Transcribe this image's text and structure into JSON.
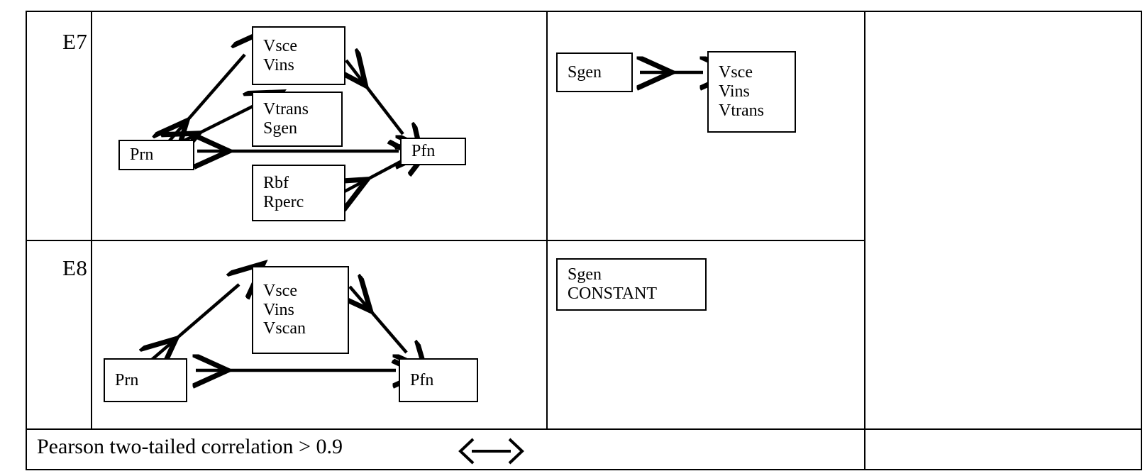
{
  "table": {
    "rows": [
      {
        "label": "E7",
        "diagram": {
          "nodes": [
            {
              "id": "prn",
              "lines": [
                "Prn"
              ]
            },
            {
              "id": "vsce",
              "lines": [
                "Vsce",
                "Vins"
              ]
            },
            {
              "id": "vtrans",
              "lines": [
                "Vtrans",
                "Sgen"
              ]
            },
            {
              "id": "rbf",
              "lines": [
                "Rbf",
                "Rperc"
              ]
            },
            {
              "id": "pfn",
              "lines": [
                "Pfn"
              ]
            }
          ],
          "edges": [
            {
              "from": "prn",
              "to": "vsce",
              "type": "double-arrow"
            },
            {
              "from": "prn",
              "to": "vtrans",
              "type": "double-arrow"
            },
            {
              "from": "prn",
              "to": "pfn",
              "type": "double-arrow"
            },
            {
              "from": "vsce",
              "to": "pfn",
              "type": "double-arrow"
            },
            {
              "from": "rbf",
              "to": "pfn",
              "type": "double-arrow"
            }
          ]
        },
        "secondary": {
          "nodes": [
            {
              "id": "sgen",
              "lines": [
                "Sgen"
              ]
            },
            {
              "id": "group",
              "lines": [
                "Vsce",
                "Vins",
                "Vtrans"
              ]
            }
          ],
          "edges": [
            {
              "from": "sgen",
              "to": "group",
              "type": "double-arrow"
            }
          ]
        },
        "third": {
          "nodes": []
        }
      },
      {
        "label": "E8",
        "diagram": {
          "nodes": [
            {
              "id": "prn",
              "lines": [
                "Prn"
              ]
            },
            {
              "id": "vsce",
              "lines": [
                "Vsce",
                "Vins",
                "Vscan"
              ]
            },
            {
              "id": "pfn",
              "lines": [
                "Pfn"
              ]
            }
          ],
          "edges": [
            {
              "from": "prn",
              "to": "vsce",
              "type": "double-arrow"
            },
            {
              "from": "prn",
              "to": "pfn",
              "type": "double-arrow"
            },
            {
              "from": "vsce",
              "to": "pfn",
              "type": "double-arrow"
            }
          ]
        },
        "secondary": {
          "nodes": [
            {
              "id": "sgen_constant",
              "lines": [
                "Sgen",
                "CONSTANT"
              ]
            }
          ],
          "edges": []
        },
        "third": {
          "nodes": []
        }
      }
    ],
    "footer": {
      "legend_text": "Pearson two-tailed correlation > 0.9",
      "legend_icon": "double-headed-arrow-icon"
    }
  },
  "colors": {
    "ink": "#000000",
    "paper": "#ffffff"
  }
}
